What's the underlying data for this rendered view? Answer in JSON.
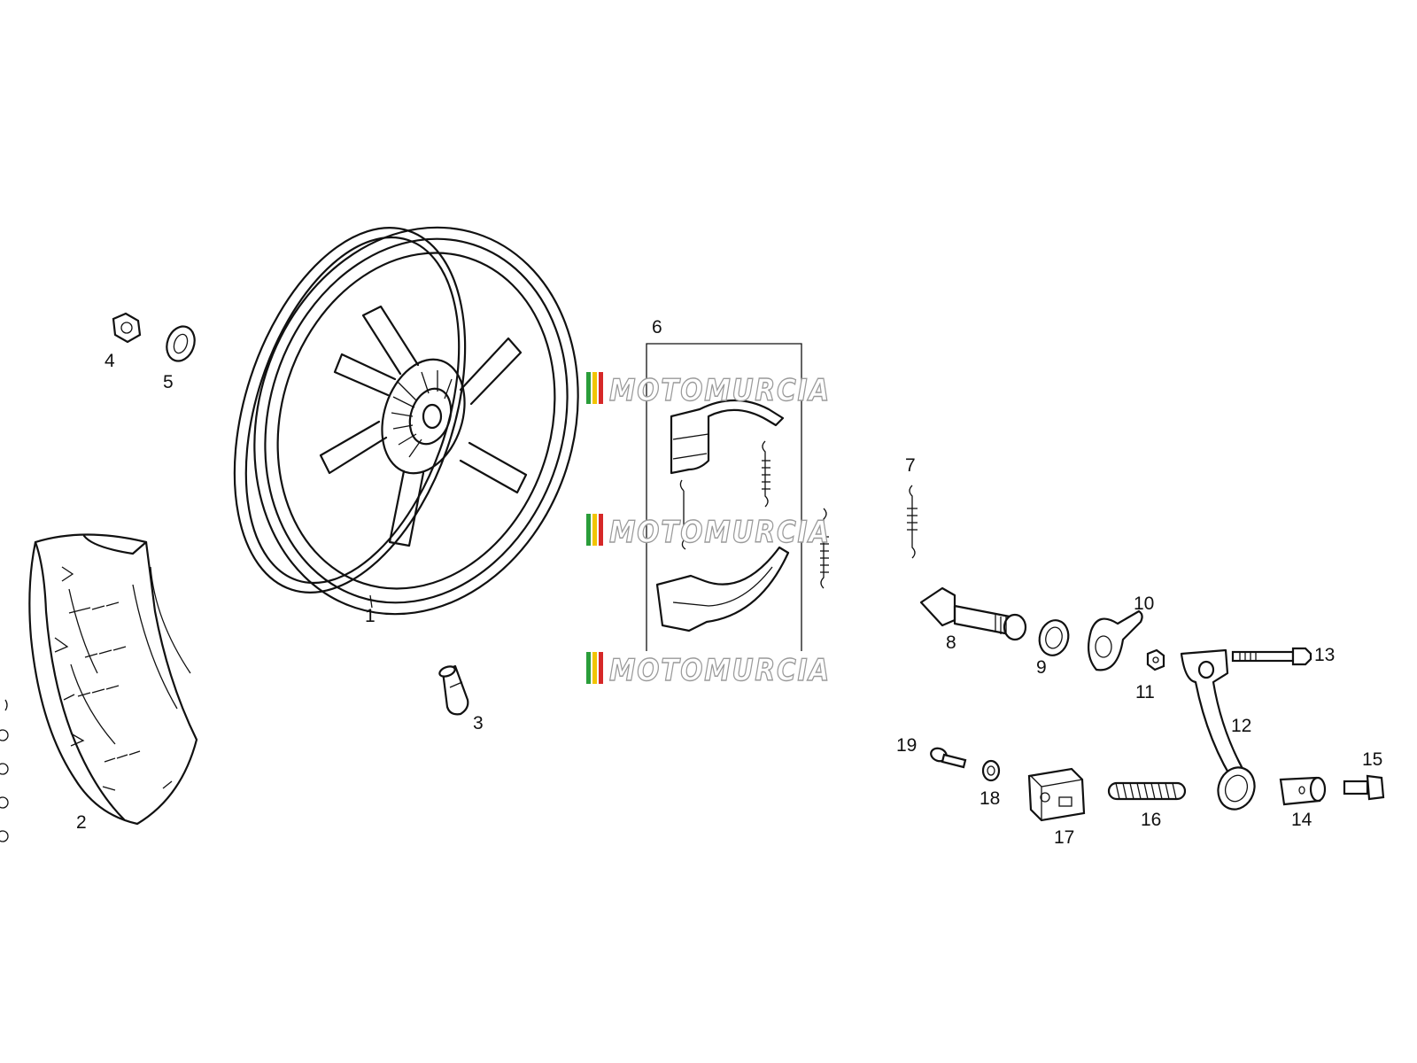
{
  "diagram": {
    "type": "exploded parts diagram",
    "parts": [
      {
        "id": "1",
        "label": "1"
      },
      {
        "id": "2",
        "label": "2"
      },
      {
        "id": "3",
        "label": "3"
      },
      {
        "id": "4",
        "label": "4"
      },
      {
        "id": "5",
        "label": "5"
      },
      {
        "id": "6",
        "label": "6"
      },
      {
        "id": "7",
        "label": "7"
      },
      {
        "id": "8",
        "label": "8"
      },
      {
        "id": "9",
        "label": "9"
      },
      {
        "id": "10",
        "label": "10"
      },
      {
        "id": "11",
        "label": "11"
      },
      {
        "id": "12",
        "label": "12"
      },
      {
        "id": "13",
        "label": "13"
      },
      {
        "id": "14",
        "label": "14"
      },
      {
        "id": "15",
        "label": "15"
      },
      {
        "id": "16",
        "label": "16"
      },
      {
        "id": "17",
        "label": "17"
      },
      {
        "id": "18",
        "label": "18"
      },
      {
        "id": "19",
        "label": "19"
      }
    ]
  },
  "watermark": {
    "text": "MOTOMURCIA",
    "stripe_colors": [
      "#2a9d3a",
      "#f2c400",
      "#d62828"
    ],
    "outline_color": "#9a9a9a"
  }
}
